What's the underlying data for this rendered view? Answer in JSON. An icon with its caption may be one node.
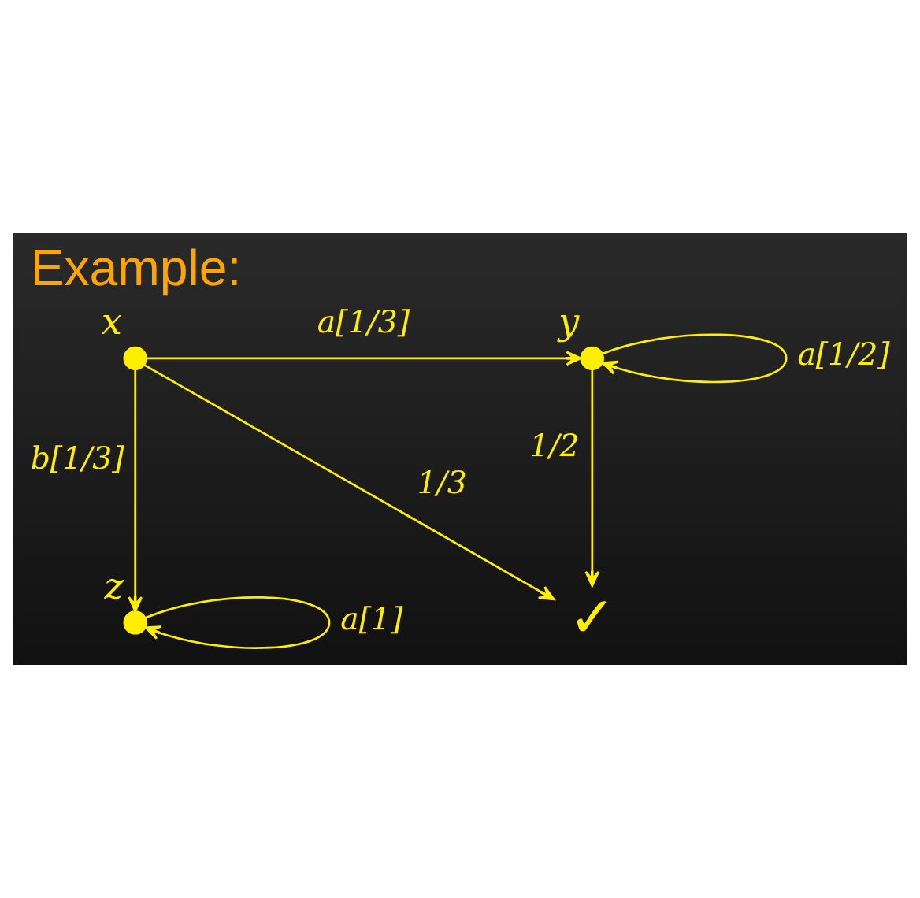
{
  "diagram": {
    "title": "Example:",
    "nodes": [
      {
        "text": [],
        "shape": "circle",
        "beside": [
          "x"
        ]
      },
      {
        "text": [],
        "shape": "circle",
        "beside": [
          "y"
        ]
      },
      {
        "text": [],
        "shape": "circle",
        "beside": [
          "z"
        ]
      },
      {
        "text": [
          "✓"
        ]
      }
    ],
    "edges": [
      {
        "from": 0,
        "to": 1,
        "arrow": "to",
        "label": "a[1/3]"
      },
      {
        "from": 1,
        "to": 1,
        "arrow": "to",
        "label": "a[1/2]"
      },
      {
        "from": 0,
        "to": 2,
        "arrow": "to",
        "label": "b[1/3]"
      },
      {
        "from": 0,
        "to": 3,
        "arrow": "to",
        "label": "1/3"
      },
      {
        "from": 1,
        "to": 3,
        "arrow": "to",
        "label": "1/2"
      },
      {
        "from": 2,
        "to": 2,
        "arrow": "to",
        "label": "a[1]"
      }
    ]
  }
}
